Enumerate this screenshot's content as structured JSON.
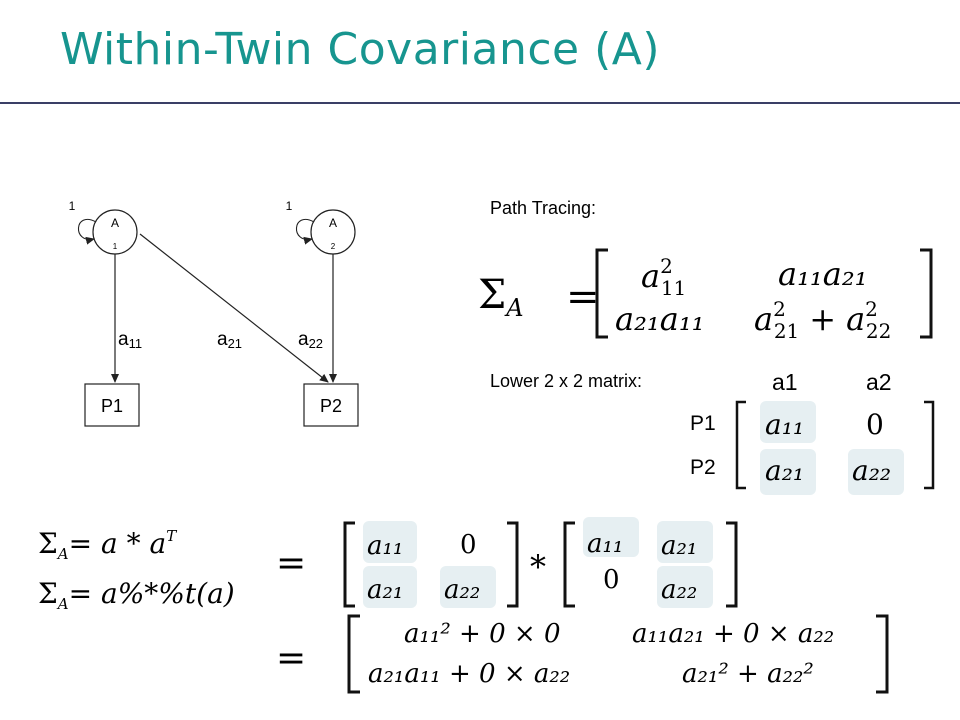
{
  "slide": {
    "title": "Within-Twin Covariance (A)"
  },
  "diagram": {
    "latent_1": {
      "label": "A",
      "index": "1",
      "variance": "1"
    },
    "latent_2": {
      "label": "A",
      "index": "2",
      "variance": "1"
    },
    "observed_1": "P1",
    "observed_2": "P2",
    "paths": {
      "a11": {
        "base": "a",
        "sub": "11"
      },
      "a21": {
        "base": "a",
        "sub": "21"
      },
      "a22": {
        "base": "a",
        "sub": "22"
      }
    }
  },
  "path_tracing": {
    "heading": "Path Tracing:",
    "sigma_label": "Σ",
    "sigma_sub": "A",
    "cells": {
      "r1c1": "a",
      "r1c1_sup": "2",
      "r1c1_sub": "11",
      "r1c2": "a₁₁a₂₁",
      "r2c1": "a₂₁a₁₁",
      "r2c2a": "a",
      "r2c2a_sub": "21",
      "r2c2_plus": "+",
      "r2c2b": "a",
      "r2c2b_sub": "22",
      "sq": "2"
    }
  },
  "lower_matrix": {
    "heading": "Lower 2 x 2 matrix:",
    "col_headers": [
      "a1",
      "a2"
    ],
    "row_headers": [
      "P1",
      "P2"
    ],
    "cells": [
      [
        "a₁₁",
        "0"
      ],
      [
        "a₂₁",
        "a₂₂"
      ]
    ]
  },
  "formulas": {
    "line1": {
      "lhs": "Σ",
      "sub": "A",
      "rhs": "= a * a",
      "sup": "T"
    },
    "line2": {
      "lhs": "Σ",
      "sub": "A",
      "rhs": "=  a%*%t(a)"
    }
  },
  "product": {
    "eq1": "=",
    "left_matrix": [
      [
        "a₁₁",
        "0"
      ],
      [
        "a₂₁",
        "a₂₂"
      ]
    ],
    "times": "*",
    "right_matrix": [
      [
        "a₁₁",
        "a₂₁"
      ],
      [
        "0",
        "a₂₂"
      ]
    ],
    "eq2": "=",
    "result": {
      "r1c1": "a₁₁² + 0 × 0",
      "r1c2": "a₁₁a₂₁ + 0 × a₂₂",
      "r2c1": "a₂₁a₁₁ + 0 × a₂₂",
      "r2c2": "a₂₁² + a₂₂²"
    }
  },
  "colors": {
    "title": "#17958f",
    "rule": "#3a3f66",
    "highlight": "#e6eff2",
    "bracket": "#111111"
  }
}
